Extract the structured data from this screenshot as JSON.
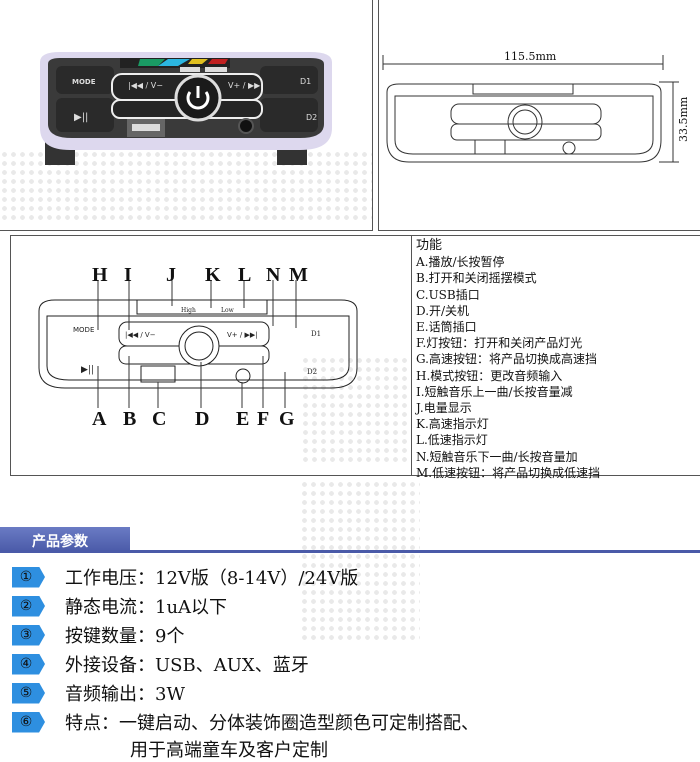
{
  "photo": {
    "mode": "MODE",
    "prev": "|◀◀ / V−",
    "next": "V+ / ▶▶|",
    "play": "▶||",
    "d1": "D1",
    "d2": "D2",
    "high": "High",
    "low": "Low"
  },
  "dimensions": {
    "width": "115.5mm",
    "height": "33.5mm"
  },
  "diagram": {
    "top_letters": [
      "H",
      "I",
      "J",
      "K",
      "L",
      "N",
      "M"
    ],
    "bottom_letters": [
      "A",
      "B",
      "C",
      "D",
      "E",
      "F",
      "G"
    ]
  },
  "functions": {
    "title": "功能",
    "items": [
      "A.播放/长按暂停",
      "B.打开和关闭摇摆模式",
      "C.USB插口",
      "D.开/关机",
      "E.话筒插口",
      "F.灯按钮：打开和关闭产品灯光",
      "G.高速按钮：将产品切换成高速挡",
      "H.模式按钮：更改音频输入",
      "I.短触音乐上一曲/长按音量减",
      "J.电量显示",
      "K.高速指示灯",
      "L.低速指示灯",
      "N.短触音乐下一曲/长按音量加",
      "M.低速按钮：将产品切换成低速挡"
    ]
  },
  "params": {
    "title": "产品参数",
    "items": [
      {
        "badge": "①",
        "text": "工作电压：12V版（8-14V）/24V版"
      },
      {
        "badge": "②",
        "text": "静态电流：1uA以下"
      },
      {
        "badge": "③",
        "text": "按键数量：9个"
      },
      {
        "badge": "④",
        "text": "外接设备：USB、AUX、蓝牙"
      },
      {
        "badge": "⑤",
        "text": "音频输出：3W"
      },
      {
        "badge": "⑥",
        "text": "特点：一键启动、分体装饰圈造型颜色可定制搭配、"
      }
    ],
    "continuation": "用于高端童车及客户定制"
  },
  "colors": {
    "accent": "#4a5aa8",
    "badge": "#2e8fe0"
  }
}
